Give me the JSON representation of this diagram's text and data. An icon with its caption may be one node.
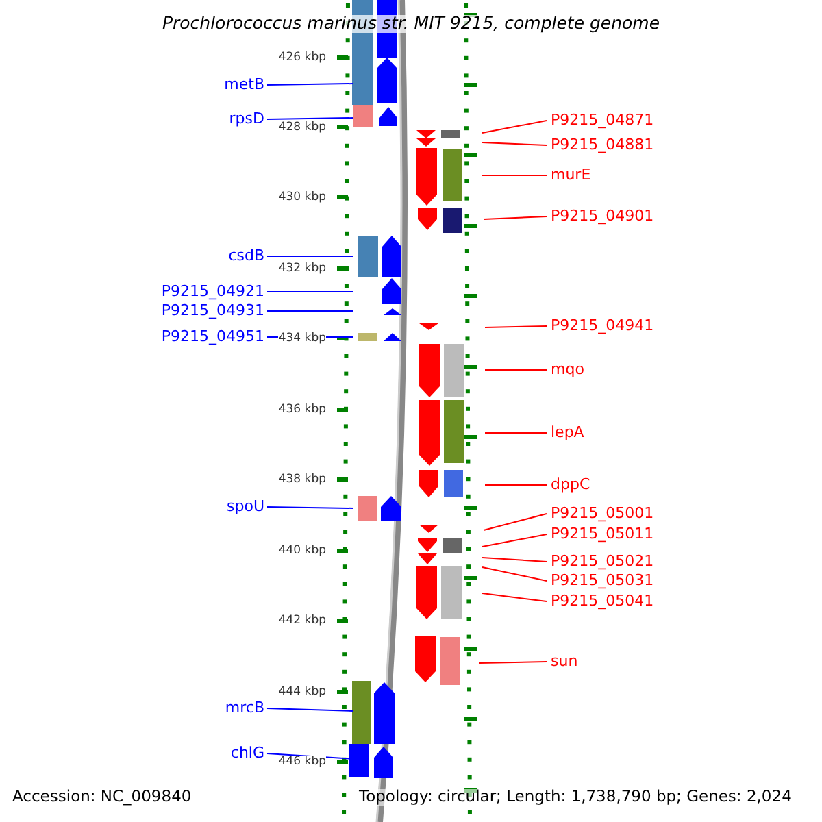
{
  "diagram": {
    "title": "Prochlorococcus marinus str. MIT 9215, complete genome",
    "nodes": [
      {
        "text": [
          "metB"
        ]
      },
      {
        "text": [
          "rpsD"
        ]
      },
      {
        "text": [
          "P9215_04871"
        ]
      },
      {
        "text": [
          "P9215_04881"
        ]
      },
      {
        "text": [
          "murE"
        ]
      },
      {
        "text": [
          "P9215_04901"
        ]
      },
      {
        "text": [
          "csdB"
        ]
      },
      {
        "text": [
          "P9215_04921"
        ]
      },
      {
        "text": [
          "P9215_04931"
        ]
      },
      {
        "text": [
          "P9215_04941"
        ]
      },
      {
        "text": [
          "P9215_04951"
        ]
      },
      {
        "text": [
          "mqo"
        ]
      },
      {
        "text": [
          "lepA"
        ]
      },
      {
        "text": [
          "dppC"
        ]
      },
      {
        "text": [
          "spoU"
        ]
      },
      {
        "text": [
          "P9215_05001"
        ]
      },
      {
        "text": [
          "P9215_05011"
        ]
      },
      {
        "text": [
          "P9215_05021"
        ]
      },
      {
        "text": [
          "P9215_05031"
        ]
      },
      {
        "text": [
          "P9215_05041"
        ]
      },
      {
        "text": [
          "sun"
        ]
      },
      {
        "text": [
          "mrcB"
        ]
      },
      {
        "text": [
          "chlG"
        ]
      }
    ],
    "edges": [
      {
        "from": 0,
        "to": null,
        "arrow": "none",
        "color": "#0000ff"
      },
      {
        "from": 1,
        "to": null,
        "arrow": "none",
        "color": "#0000ff"
      },
      {
        "from": 2,
        "to": null,
        "arrow": "none",
        "color": "#ff0000"
      },
      {
        "from": 3,
        "to": null,
        "arrow": "none",
        "color": "#ff0000"
      },
      {
        "from": 4,
        "to": null,
        "arrow": "none",
        "color": "#ff0000"
      },
      {
        "from": 5,
        "to": null,
        "arrow": "none",
        "color": "#ff0000"
      },
      {
        "from": 6,
        "to": null,
        "arrow": "none",
        "color": "#0000ff"
      },
      {
        "from": 7,
        "to": null,
        "arrow": "none",
        "color": "#0000ff"
      },
      {
        "from": 8,
        "to": null,
        "arrow": "none",
        "color": "#0000ff"
      },
      {
        "from": 9,
        "to": null,
        "arrow": "none",
        "color": "#ff0000"
      },
      {
        "from": 10,
        "to": null,
        "arrow": "none",
        "color": "#0000ff"
      },
      {
        "from": 11,
        "to": null,
        "arrow": "none",
        "color": "#ff0000"
      },
      {
        "from": 12,
        "to": null,
        "arrow": "none",
        "color": "#ff0000"
      },
      {
        "from": 13,
        "to": null,
        "arrow": "none",
        "color": "#ff0000"
      },
      {
        "from": 14,
        "to": null,
        "arrow": "none",
        "color": "#0000ff"
      },
      {
        "from": 15,
        "to": null,
        "arrow": "none",
        "color": "#ff0000"
      },
      {
        "from": 16,
        "to": null,
        "arrow": "none",
        "color": "#ff0000"
      },
      {
        "from": 17,
        "to": null,
        "arrow": "none",
        "color": "#ff0000"
      },
      {
        "from": 18,
        "to": null,
        "arrow": "none",
        "color": "#ff0000"
      },
      {
        "from": 19,
        "to": null,
        "arrow": "none",
        "color": "#ff0000"
      },
      {
        "from": 20,
        "to": null,
        "arrow": "none",
        "color": "#ff0000"
      },
      {
        "from": 21,
        "to": null,
        "arrow": "none",
        "color": "#0000ff"
      },
      {
        "from": 22,
        "to": null,
        "arrow": "none",
        "color": "#0000ff"
      }
    ],
    "labels": [
      "426 kbp",
      "428 kbp",
      "430 kbp",
      "432 kbp",
      "434 kbp",
      "436 kbp",
      "438 kbp",
      "440 kbp",
      "442 kbp",
      "444 kbp",
      "446 kbp",
      "Accession: NC_009840",
      "Topology: circular; Length: 1,738,790 bp; Genes: 2,024"
    ]
  }
}
